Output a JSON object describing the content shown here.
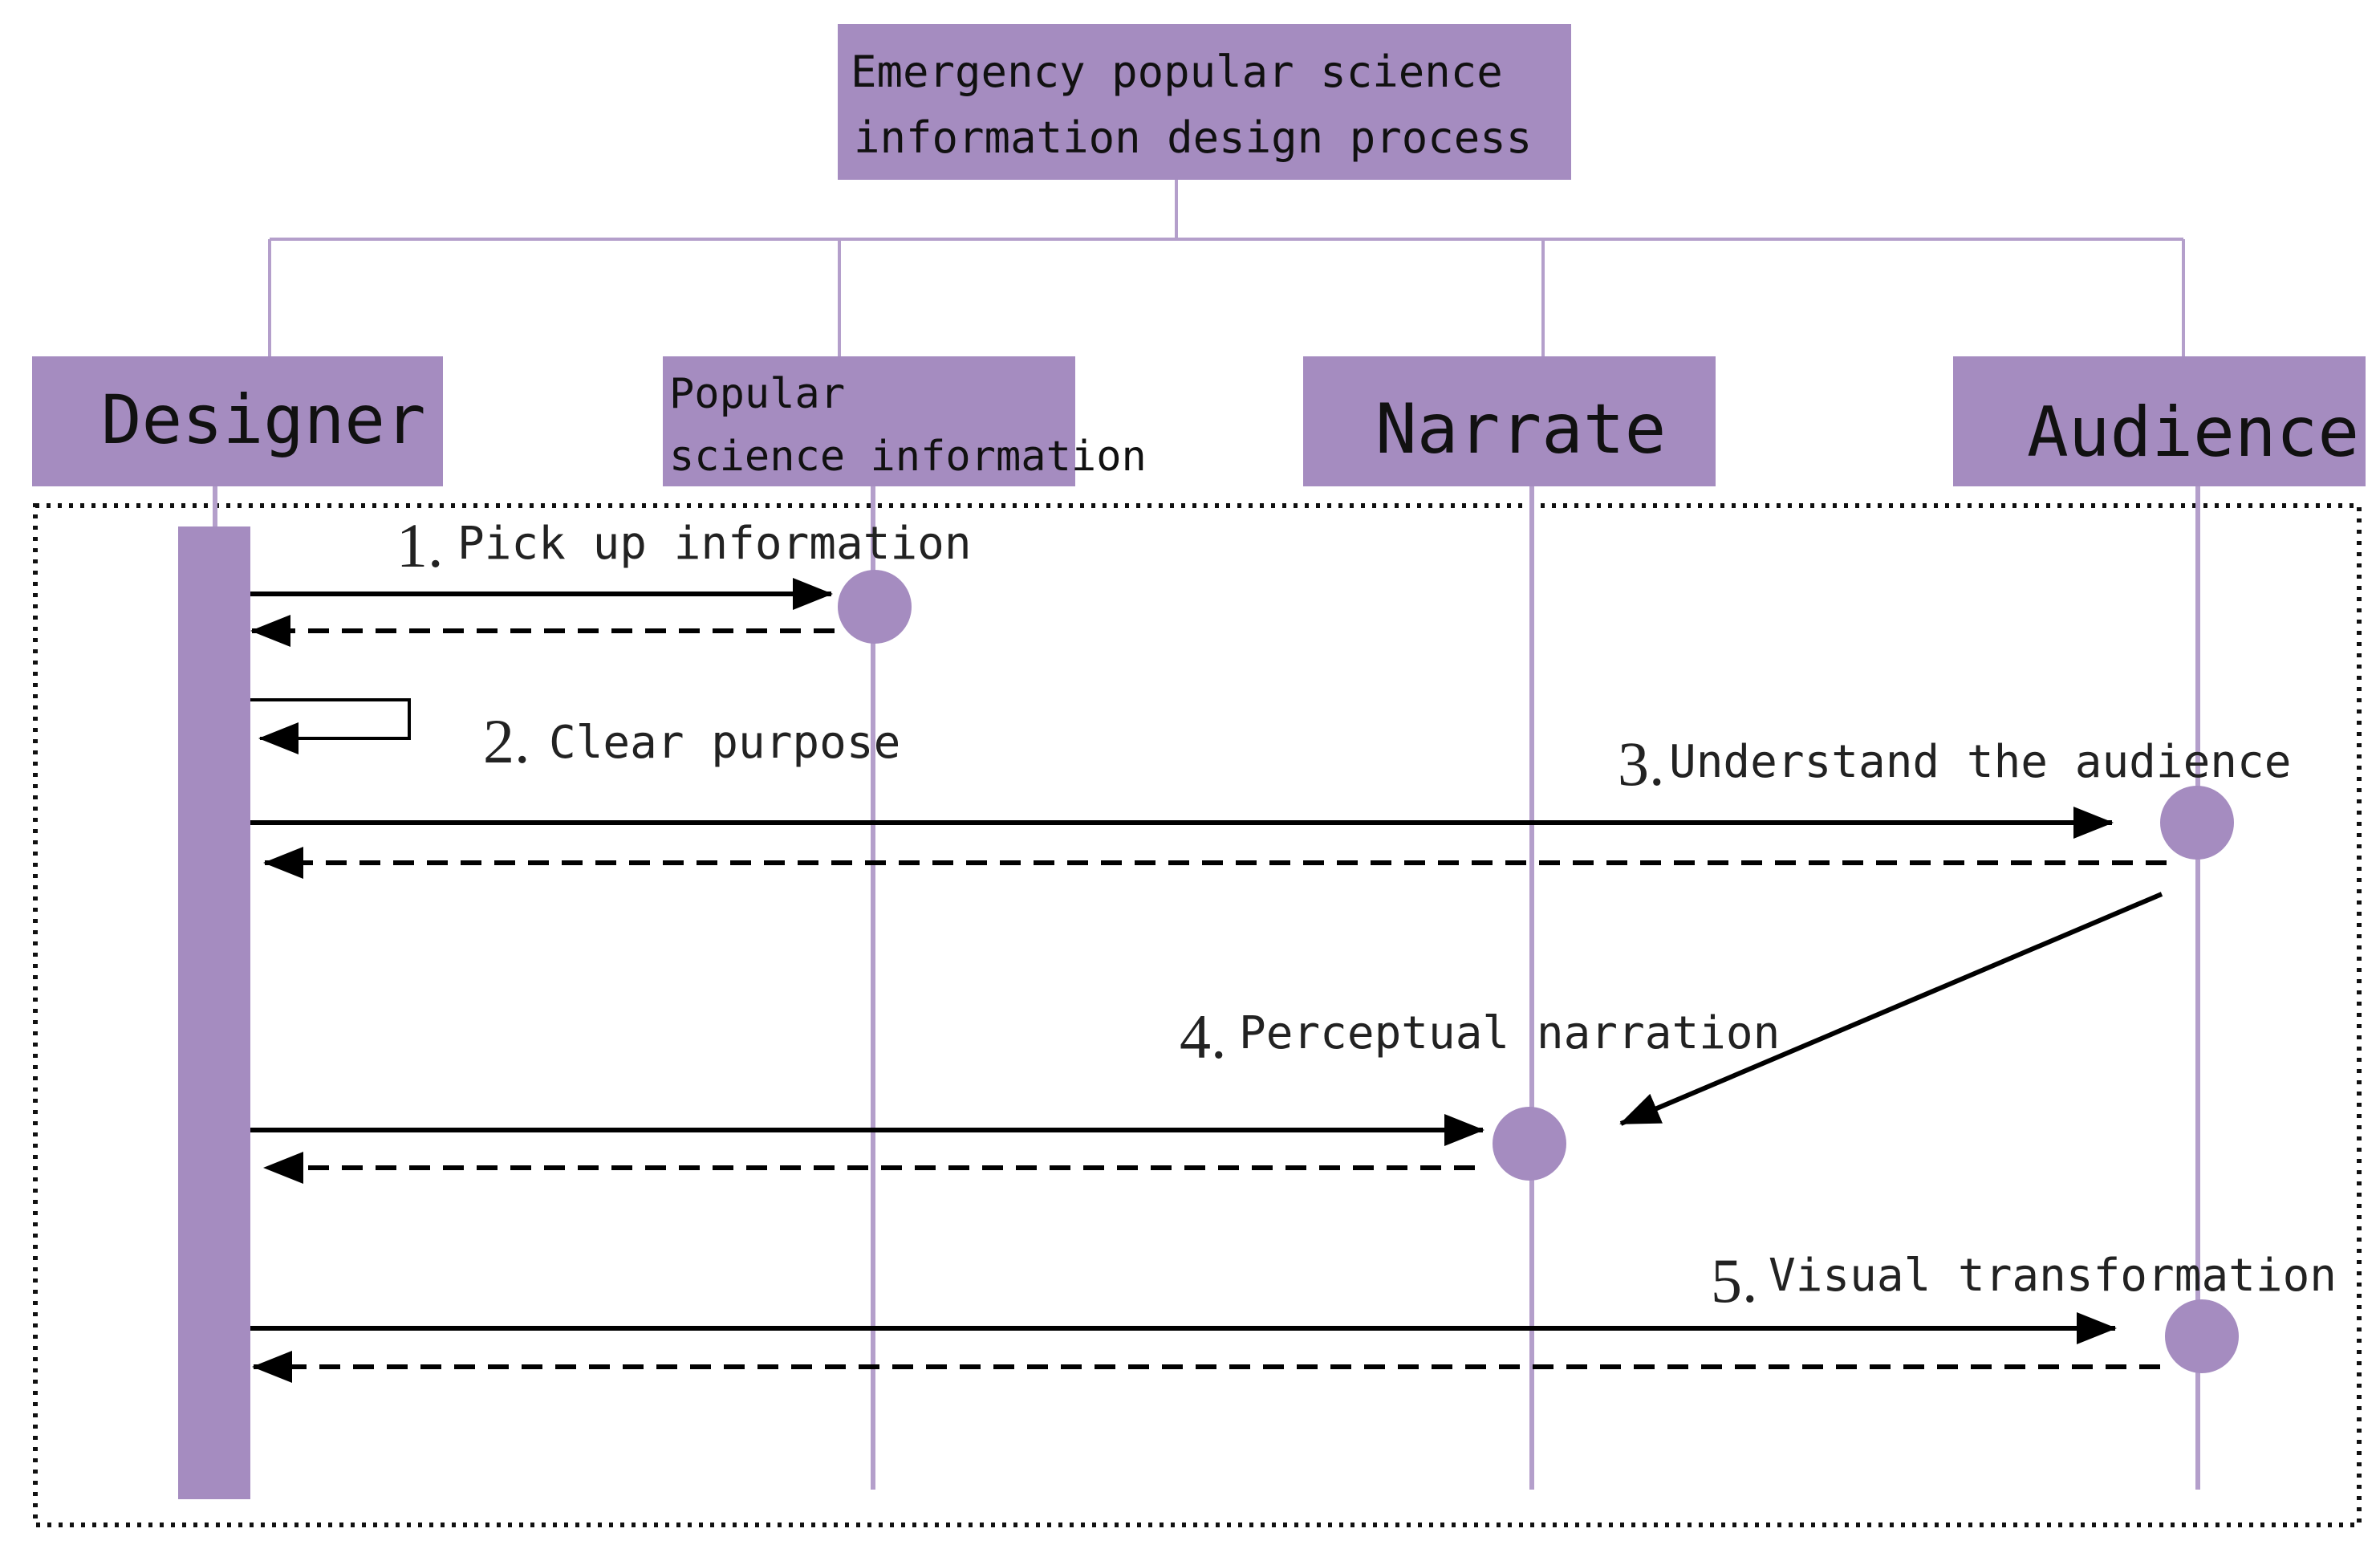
{
  "title": {
    "line1": "Emergency popular science",
    "line2": "information design process"
  },
  "lanes": {
    "designer": "Designer",
    "info_line1": "Popular",
    "info_line2": "science information",
    "narrate": "Narrate",
    "audience": "Audience"
  },
  "steps": [
    {
      "num": "1.",
      "label": "Pick up information"
    },
    {
      "num": "2.",
      "label": "Clear purpose"
    },
    {
      "num": "3.",
      "label": "Understand the audience"
    },
    {
      "num": "4.",
      "label": "Perceptual narration"
    },
    {
      "num": "5.",
      "label": "Visual transformation"
    }
  ],
  "colors": {
    "box_fill": "#a58cc0",
    "line": "#b49fcb",
    "arrow": "#000000"
  }
}
